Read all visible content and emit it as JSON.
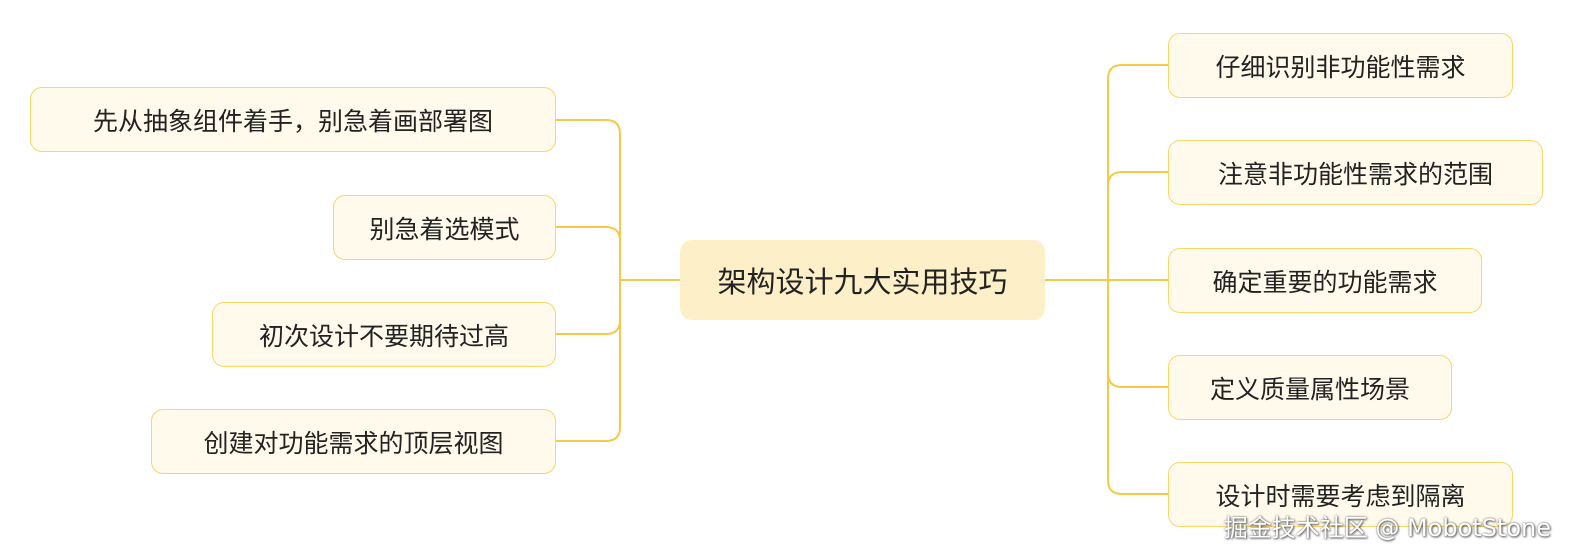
{
  "center": {
    "label": "架构设计九大实用技巧"
  },
  "left_branches": [
    {
      "label": "先从抽象组件着手，别急着画部署图"
    },
    {
      "label": "别急着选模式"
    },
    {
      "label": "初次设计不要期待过高"
    },
    {
      "label": "创建对功能需求的顶层视图"
    }
  ],
  "right_branches": [
    {
      "label": "仔细识别非功能性需求"
    },
    {
      "label": "注意非功能性需求的范围"
    },
    {
      "label": "确定重要的功能需求"
    },
    {
      "label": "定义质量属性场景"
    },
    {
      "label": "设计时需要考虑到隔离"
    }
  ],
  "watermark": "掘金技术社区 @ MobotStone",
  "colors": {
    "line": "#f7c948",
    "center_bg": "#fdefc8",
    "node_bg": "#fffaeb",
    "node_border": "#f7d66a"
  }
}
